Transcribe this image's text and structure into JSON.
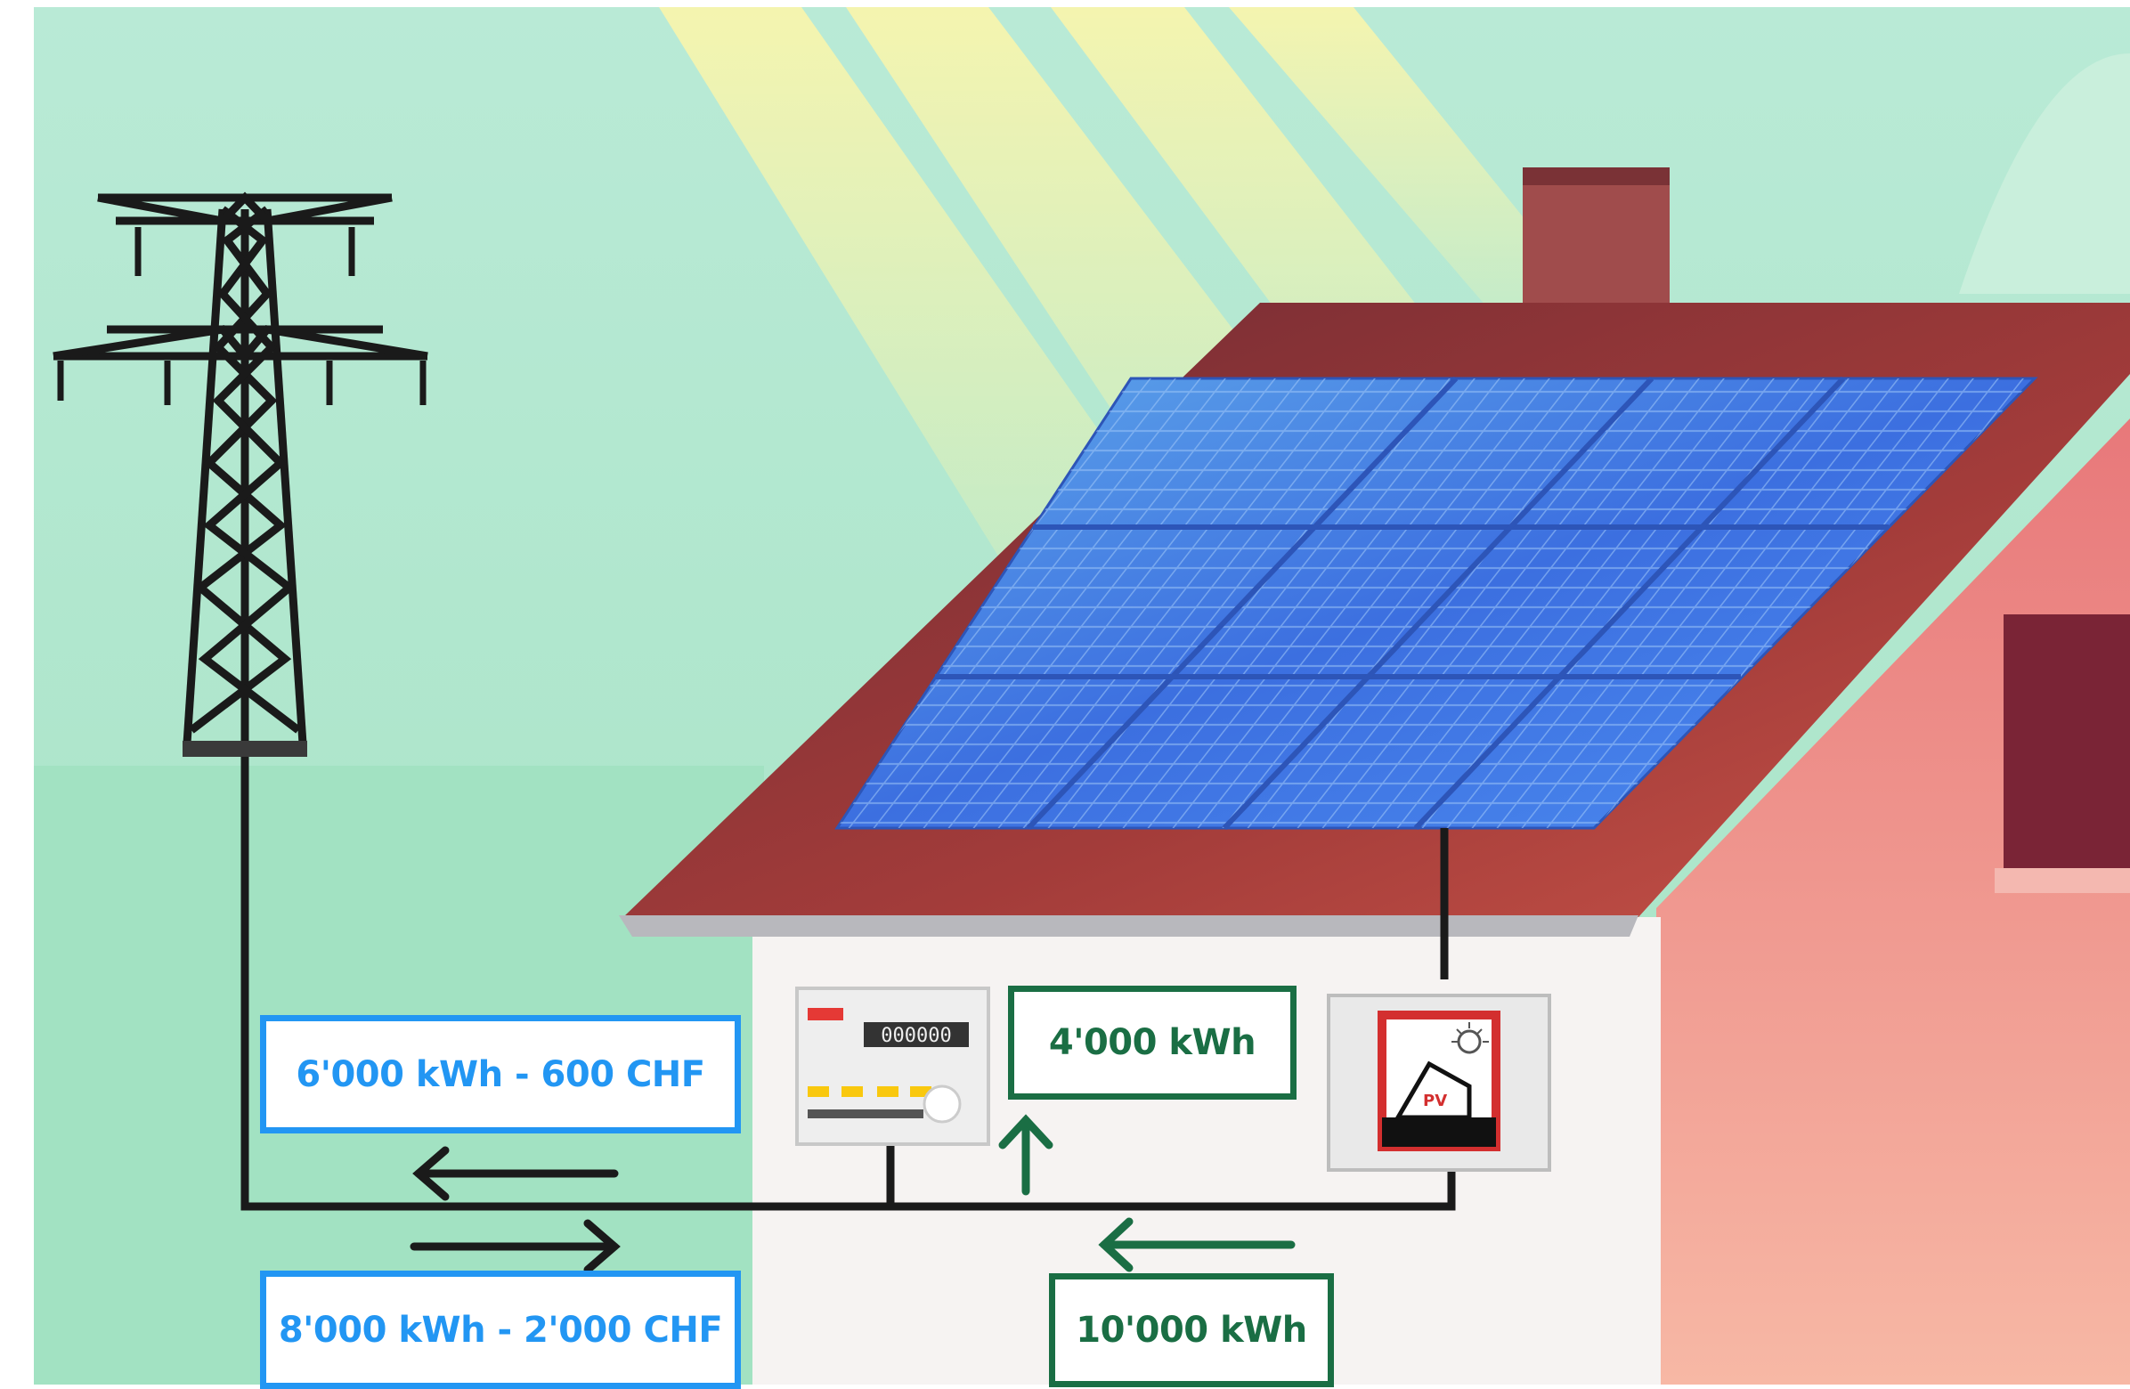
{
  "labels": {
    "grid_export": "6'000 kWh - 600 CHF",
    "grid_import": "8'000 kWh - 2'000 CHF",
    "self_consumption": "4'000 kWh",
    "pv_production": "10'000 kWh"
  },
  "meter": {
    "display": "000000"
  },
  "pv_sign": {
    "text": "PV"
  },
  "colors": {
    "export_import": "#2296f3",
    "self_and_production": "#1a6e44",
    "sky": "#b6ead2",
    "roof": "#8f3535",
    "panel": "#3f7fe6",
    "wall": "#f6a99c"
  },
  "icons": [
    "power-pylon-icon",
    "solar-panel-icon",
    "electricity-meter-icon",
    "pv-warning-sign-icon",
    "arrow-left-icon",
    "arrow-right-icon",
    "arrow-up-icon"
  ]
}
